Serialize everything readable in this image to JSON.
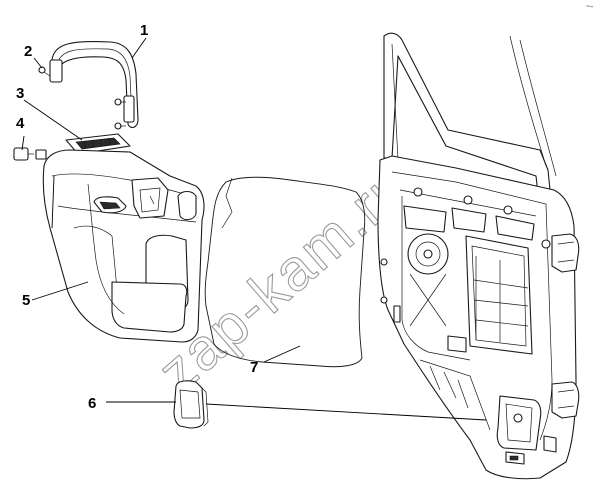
{
  "diagram": {
    "callouts": [
      "1",
      "2",
      "3",
      "4",
      "5",
      "6",
      "7"
    ],
    "watermark": "zap-kam.ru",
    "corner_mark": "~-"
  }
}
